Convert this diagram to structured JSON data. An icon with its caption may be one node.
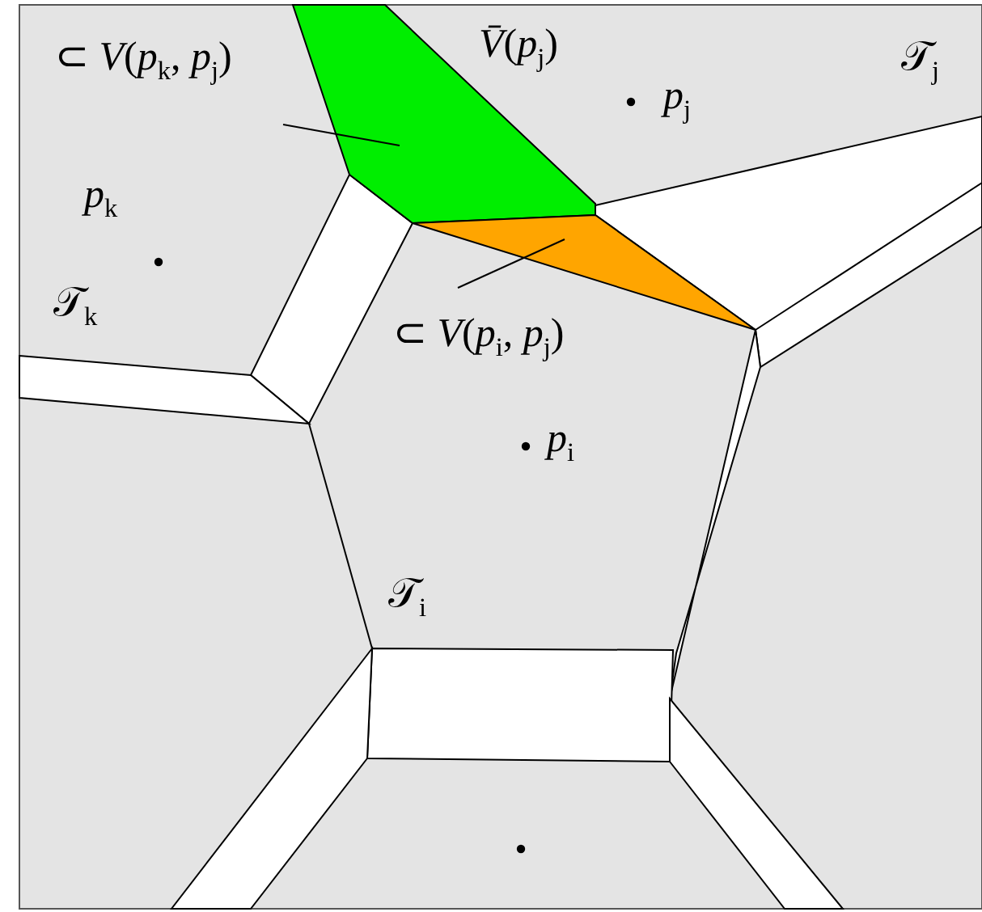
{
  "diagram": {
    "nodes": [
      {
        "text": [
          "⊂ *V*(*p*$_{k}$, *p*$_{j}$)"
        ]
      },
      {
        "text": [],
        "shape": "polygon"
      },
      {
        "text": [
          "⊂ *V*(*p*$_{i}$, *p*$_{j}$)"
        ]
      },
      {
        "text": [],
        "shape": "polygon"
      }
    ],
    "edges": [
      {
        "from": 0,
        "to": 1,
        "arrow": "none"
      },
      {
        "from": 2,
        "to": 3,
        "arrow": "none"
      }
    ],
    "labels": [
      "*V̄*(*p*$_{j}$)",
      "*p*$_{j}$",
      "𝒯$_{j}$",
      "*p*$_{k}$",
      "𝒯$_{k}$",
      "*p*$_{i}$",
      "𝒯$_{i}$"
    ]
  }
}
